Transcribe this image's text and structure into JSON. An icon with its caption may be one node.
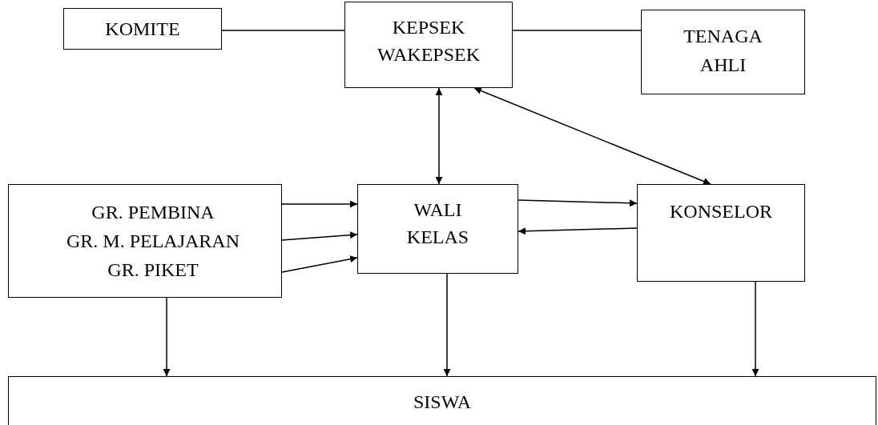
{
  "diagram": {
    "nodes": [
      {
        "text": [
          "KOMITE"
        ]
      },
      {
        "text": [
          "KEPSEK WAKEPSEK"
        ]
      },
      {
        "text": [
          "TENAGA AHLI"
        ]
      },
      {
        "text": [
          "GR. PEMBINA",
          "GR. M. PELAJARAN",
          "GR. PIKET"
        ]
      },
      {
        "text": [
          "WALI KELAS"
        ]
      },
      {
        "text": [
          "KONSELOR"
        ]
      },
      {
        "text": [
          "SISWA"
        ]
      }
    ],
    "edges": [
      {
        "from": 0,
        "to": 1,
        "arrow": "none"
      },
      {
        "from": 1,
        "to": 2,
        "arrow": "none"
      },
      {
        "from": 1,
        "to": 4,
        "arrow": "both"
      },
      {
        "from": 1,
        "to": 5,
        "arrow": "both"
      },
      {
        "from": 3,
        "to": 4,
        "arrow": "to"
      },
      {
        "from": 3,
        "to": 4,
        "arrow": "to"
      },
      {
        "from": 3,
        "to": 4,
        "arrow": "to"
      },
      {
        "from": 4,
        "to": 5,
        "arrow": "to"
      },
      {
        "from": 5,
        "to": 4,
        "arrow": "to"
      },
      {
        "from": 3,
        "to": 6,
        "arrow": "to"
      },
      {
        "from": 4,
        "to": 6,
        "arrow": "to"
      },
      {
        "from": 5,
        "to": 6,
        "arrow": "to"
      }
    ]
  }
}
